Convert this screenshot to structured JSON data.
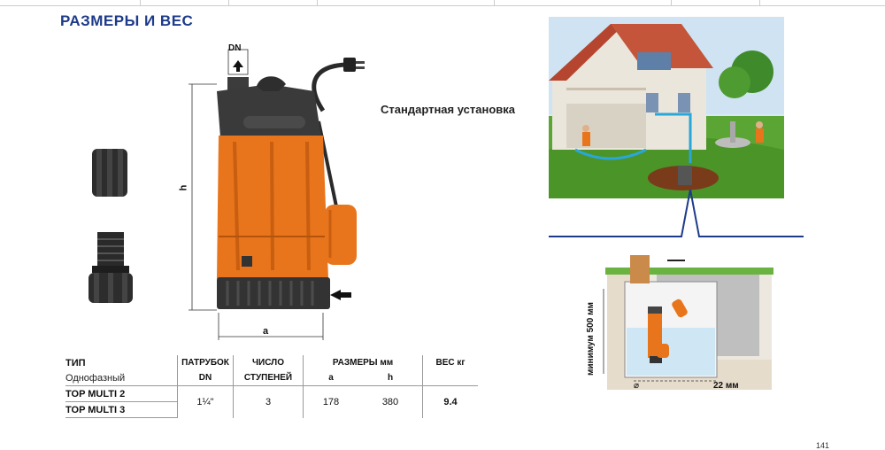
{
  "section_title": "РАЗМЕРЫ И ВЕС",
  "install_caption": "Стандартная установка",
  "dimension_labels": {
    "dn": "DN",
    "h": "h",
    "a": "a"
  },
  "sump_labels": {
    "minimum": "минимум 500 мм",
    "gap": "22 мм",
    "diameter_symbol": "⌀"
  },
  "page_number": "141",
  "table": {
    "header": {
      "type": "ТИП",
      "phase": "Однофазный",
      "outlet": "ПАТРУБОК",
      "outlet_sub": "DN",
      "stages_line1": "ЧИСЛО",
      "stages_line2": "СТУПЕНЕЙ",
      "dims": "РАЗМЕРЫ мм",
      "dim_a": "a",
      "dim_h": "h",
      "weight": "ВЕС кг"
    },
    "rows": [
      {
        "model": "TOP MULTI 2",
        "outlet": "1¼\"",
        "stages": "3",
        "a": "178",
        "h": "380",
        "weight": "9.4"
      },
      {
        "model": "TOP MULTI 3"
      }
    ]
  },
  "colors": {
    "title": "#1d3b8a",
    "pump_orange": "#e8751c",
    "pump_dark": "#3a3a3a",
    "grass": "#5aa533",
    "water": "#cfe7f5"
  },
  "icons": [
    "pump-illustration",
    "fitting-straight-icon",
    "fitting-threaded-icon",
    "house-installation-image",
    "sump-section-diagram",
    "outlet-arrow-icon",
    "inlet-arrow-icon"
  ]
}
